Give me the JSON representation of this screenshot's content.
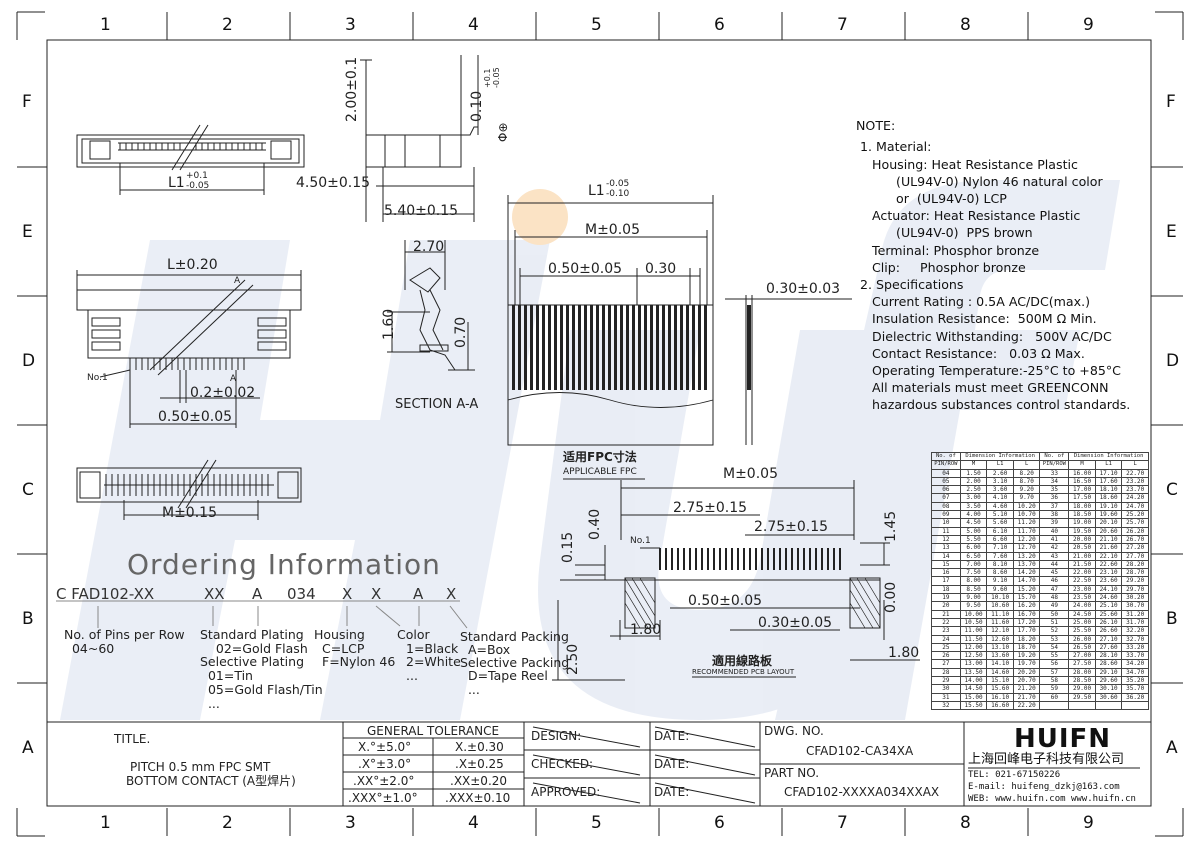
{
  "frame": {
    "columns": [
      "1",
      "2",
      "3",
      "4",
      "5",
      "6",
      "7",
      "8",
      "9"
    ],
    "rows": [
      "F",
      "E",
      "D",
      "C",
      "B",
      "A"
    ]
  },
  "watermark": {
    "text": "HUIFN"
  },
  "dimensions": {
    "top_view_l1": "L1",
    "top_view_l1_tol_top": "+0.1",
    "top_view_l1_tol_bot": "-0.05",
    "side_height": "2.00±0.1",
    "side_thick": "0.10",
    "side_thick_tol_top": "+0.1",
    "side_thick_tol_bot": "-0.05",
    "side_len_a": "4.50±0.15",
    "side_len_b": "5.40±0.15",
    "flatness_symbol": "Φ⊕",
    "front_l": "L±0.20",
    "section_width": "2.70",
    "section_h1": "1.60",
    "section_h2": "0.70",
    "section_title": "SECTION A-A",
    "section_marker": "A",
    "pin_no1": "No.1",
    "pin_width": "0.2±0.02",
    "pin_pitch": "0.50±0.05",
    "bottom_m": "M±0.15",
    "fpc_l1": "L1",
    "fpc_l1_tol_top": "-0.05",
    "fpc_l1_tol_bot": "-0.10",
    "fpc_m": "M±0.05",
    "fpc_pitch": "0.50±0.05",
    "fpc_width": "0.30",
    "fpc_thick": "0.30±0.03",
    "fpc_caption_cn": "适用FPC寸法",
    "fpc_caption_en": "APPLICABLE FPC",
    "pcb_m": "M±0.05",
    "pcb_275a": "2.75±0.15",
    "pcb_275b": "2.75±0.15",
    "pcb_015": "0.15",
    "pcb_040": "0.40",
    "pcb_145": "1.45",
    "pcb_no1": "No.1",
    "pcb_pitch": "0.50±0.05",
    "pcb_180a": "1.80",
    "pcb_030": "0.30±0.05",
    "pcb_000": "0.00",
    "pcb_250": "2.50",
    "pcb_180b": "1.80",
    "pcb_caption_cn": "適用線路板",
    "pcb_caption_en": "RECOMMENDED PCB LAYOUT"
  },
  "notes": {
    "lines": [
      "NOTE:",
      "",
      " 1. Material:",
      "    Housing: Heat Resistance Plastic",
      "          (UL94V-0) Nylon 46 natural color",
      "          or  (UL94V-0) LCP",
      "    Actuator: Heat Resistance Plastic",
      "          (UL94V-0)  PPS brown",
      "    Terminal: Phosphor bronze",
      "    Clip:     Phosphor bronze",
      " 2. Specifications",
      "    Current Rating : 0.5A AC/DC(max.)",
      "    Insulation Resistance:  500M Ω Min.",
      "    Dielectric Withstanding:   500V AC/DC",
      "    Contact Resistance:   0.03 Ω Max.",
      "    Operating Temperature:-25°C to +85°C",
      "    All materials must meet GREENCONN",
      "    hazardous substances control standards."
    ]
  },
  "ordering": {
    "title": "Ordering  Information",
    "code_parts": [
      "C FAD102-XX",
      "XX",
      "A",
      "034",
      "X",
      "X",
      "A",
      "X"
    ],
    "pins_lines": [
      "No. of Pins per Row",
      "  04~60"
    ],
    "plating_lines": [
      "Standard Plating",
      "    02=Gold Flash",
      "Selective Plating",
      "  01=Tin",
      "  05=Gold Flash/Tin",
      "  ..."
    ],
    "housing_lines": [
      "Housing",
      "C=LCP",
      "F=Nylon 46"
    ],
    "color_lines": [
      "Color",
      "1=Black",
      "2=White",
      "..."
    ],
    "packing_lines": [
      "Standard Packing",
      "  A=Box",
      "Selective Packing",
      "  D=Tape Reel",
      "  ..."
    ]
  },
  "pin_table": {
    "header1": [
      "No. of",
      "Dimension Information",
      "No. of",
      "Dimension Information"
    ],
    "header2": [
      "PIN/ROW",
      "M",
      "L1",
      "L",
      "PIN/ROW",
      "M",
      "L1",
      "L"
    ],
    "rows": [
      [
        "04",
        "1.50",
        "2.60",
        "8.20",
        "33",
        "16.00",
        "17.10",
        "22.70"
      ],
      [
        "05",
        "2.00",
        "3.10",
        "8.70",
        "34",
        "16.50",
        "17.60",
        "23.20"
      ],
      [
        "06",
        "2.50",
        "3.60",
        "9.20",
        "35",
        "17.00",
        "18.10",
        "23.70"
      ],
      [
        "07",
        "3.00",
        "4.10",
        "9.70",
        "36",
        "17.50",
        "18.60",
        "24.20"
      ],
      [
        "08",
        "3.50",
        "4.60",
        "10.20",
        "37",
        "18.00",
        "19.10",
        "24.70"
      ],
      [
        "09",
        "4.00",
        "5.10",
        "10.70",
        "38",
        "18.50",
        "19.60",
        "25.20"
      ],
      [
        "10",
        "4.50",
        "5.60",
        "11.20",
        "39",
        "19.00",
        "20.10",
        "25.70"
      ],
      [
        "11",
        "5.00",
        "6.10",
        "11.70",
        "40",
        "19.50",
        "20.60",
        "26.20"
      ],
      [
        "12",
        "5.50",
        "6.60",
        "12.20",
        "41",
        "20.00",
        "21.10",
        "26.70"
      ],
      [
        "13",
        "6.00",
        "7.10",
        "12.70",
        "42",
        "20.50",
        "21.60",
        "27.20"
      ],
      [
        "14",
        "6.50",
        "7.60",
        "13.20",
        "43",
        "21.00",
        "22.10",
        "27.70"
      ],
      [
        "15",
        "7.00",
        "8.10",
        "13.70",
        "44",
        "21.50",
        "22.60",
        "28.20"
      ],
      [
        "16",
        "7.50",
        "8.60",
        "14.20",
        "45",
        "22.00",
        "23.10",
        "28.70"
      ],
      [
        "17",
        "8.00",
        "9.10",
        "14.70",
        "46",
        "22.50",
        "23.60",
        "29.20"
      ],
      [
        "18",
        "8.50",
        "9.60",
        "15.20",
        "47",
        "23.00",
        "24.10",
        "29.70"
      ],
      [
        "19",
        "9.00",
        "10.10",
        "15.70",
        "48",
        "23.50",
        "24.60",
        "30.20"
      ],
      [
        "20",
        "9.50",
        "10.60",
        "16.20",
        "49",
        "24.00",
        "25.10",
        "30.70"
      ],
      [
        "21",
        "10.00",
        "11.10",
        "16.70",
        "50",
        "24.50",
        "25.60",
        "31.20"
      ],
      [
        "22",
        "10.50",
        "11.60",
        "17.20",
        "51",
        "25.00",
        "26.10",
        "31.70"
      ],
      [
        "23",
        "11.00",
        "12.10",
        "17.70",
        "52",
        "25.50",
        "26.60",
        "32.20"
      ],
      [
        "24",
        "11.50",
        "12.60",
        "18.20",
        "53",
        "26.00",
        "27.10",
        "32.70"
      ],
      [
        "25",
        "12.00",
        "13.10",
        "18.70",
        "54",
        "26.50",
        "27.60",
        "33.20"
      ],
      [
        "26",
        "12.50",
        "13.60",
        "19.20",
        "55",
        "27.00",
        "28.10",
        "33.70"
      ],
      [
        "27",
        "13.00",
        "14.10",
        "19.70",
        "56",
        "27.50",
        "28.60",
        "34.20"
      ],
      [
        "28",
        "13.50",
        "14.60",
        "20.20",
        "57",
        "28.00",
        "29.10",
        "34.70"
      ],
      [
        "29",
        "14.00",
        "15.10",
        "20.70",
        "58",
        "28.50",
        "29.60",
        "35.20"
      ],
      [
        "30",
        "14.50",
        "15.60",
        "21.20",
        "59",
        "29.00",
        "30.10",
        "35.70"
      ],
      [
        "31",
        "15.00",
        "16.10",
        "21.70",
        "60",
        "29.50",
        "30.60",
        "36.20"
      ],
      [
        "32",
        "15.50",
        "16.60",
        "22.20",
        "",
        "",
        "",
        ""
      ]
    ]
  },
  "title_block": {
    "title_label": "TITLE.",
    "title_line1": "PITCH 0.5 mm FPC SMT",
    "title_line2": "BOTTOM CONTACT (A型焊片)",
    "tolerance_header": "GENERAL  TOLERANCE",
    "tolerance": [
      [
        "X.°±5.0°",
        "X.±0.30"
      ],
      [
        ".X°±3.0°",
        ".X±0.25"
      ],
      [
        ".XX°±2.0°",
        ".XX±0.20"
      ],
      [
        ".XXX°±1.0°",
        ".XXX±0.10"
      ]
    ],
    "design": "DESIGN:",
    "checked": "CHECKED:",
    "approved": "APPROVED:",
    "date1": "DATE:",
    "date2": "DATE:",
    "date3": "DATE:",
    "dwg_label": "DWG. NO.",
    "dwg_value": "CFAD102-CA34XA",
    "part_label": "PART NO.",
    "part_value": "CFAD102-XXXXA034XXAX",
    "logo": "HUIFN",
    "company": "上海回峰电子科技有限公司",
    "tel": "TEL: 021-67150226",
    "email": "E-mail: huifeng_dzkj@163.com",
    "web": "WEB: www.huifn.com  www.huifn.cn"
  }
}
